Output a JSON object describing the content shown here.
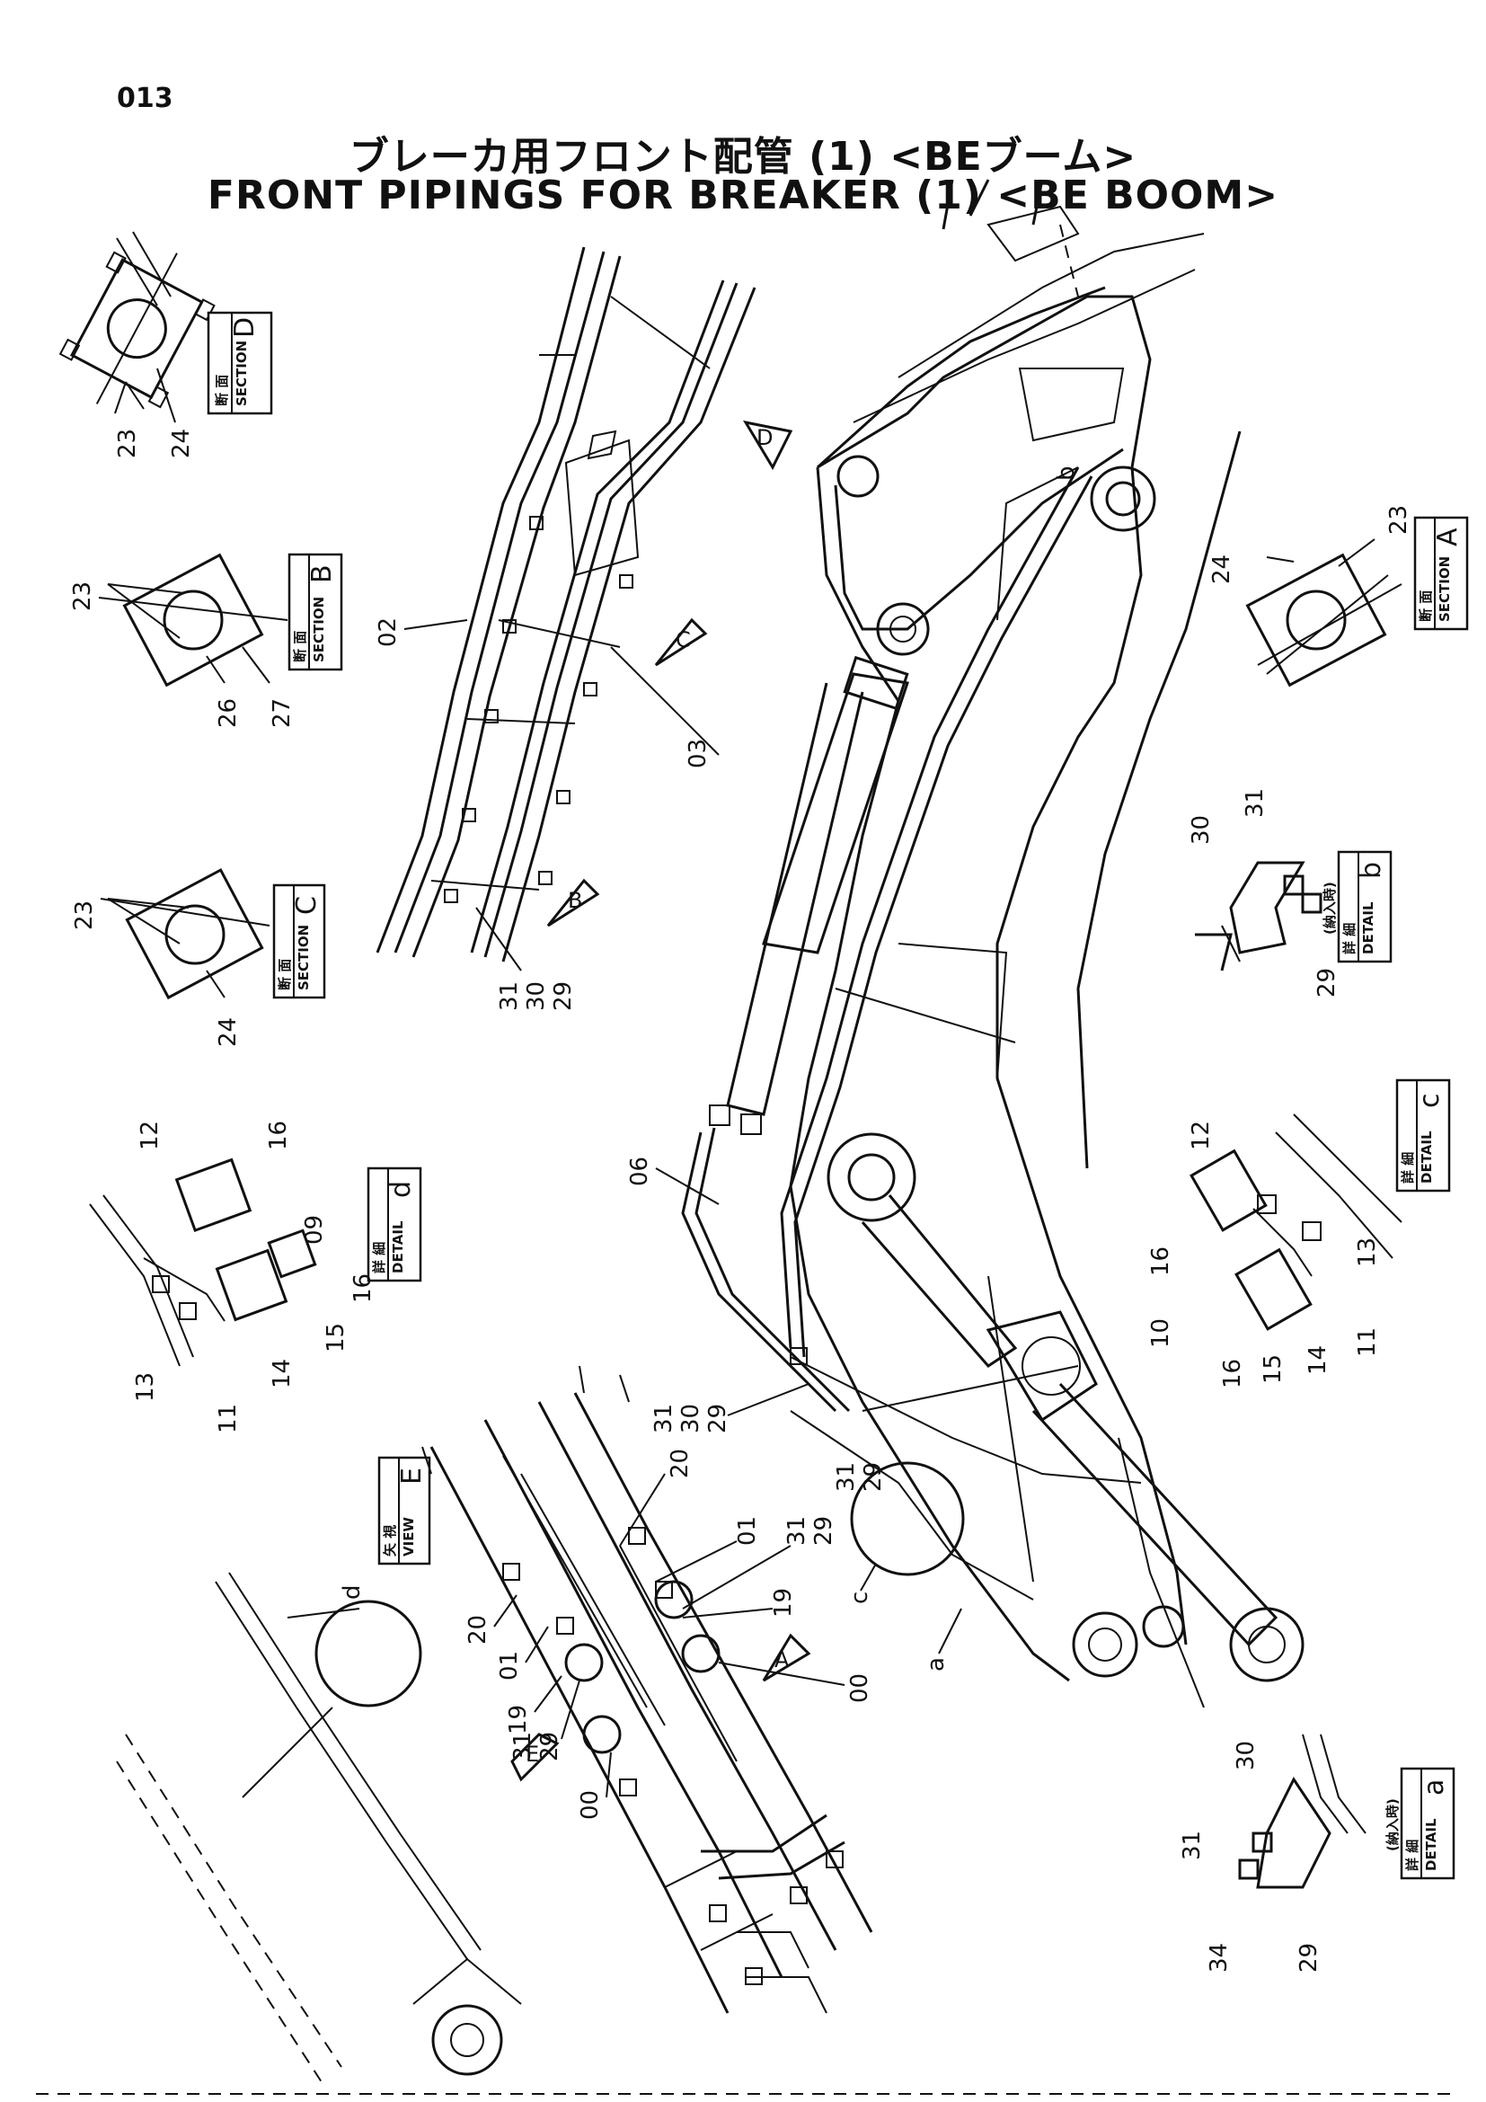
{
  "page_number": "013",
  "title_jp": "ブレーカ用フロント配管 (1) <BEブーム>",
  "title_en": "FRONT PIPINGS FOR BREAKER (1) <BE BOOM>",
  "views": {
    "section_d": {
      "jp": "断 面",
      "en": "SECTION",
      "letter": "D",
      "parts": [
        "23",
        "24"
      ]
    },
    "section_b": {
      "jp": "断 面",
      "en": "SECTION",
      "letter": "B",
      "parts": [
        "23",
        "26",
        "27"
      ]
    },
    "section_c": {
      "jp": "断 面",
      "en": "SECTION",
      "letter": "C",
      "parts": [
        "23",
        "24"
      ]
    },
    "section_a": {
      "jp": "断 面",
      "en": "SECTION",
      "letter": "A",
      "parts": [
        "24",
        "23"
      ]
    },
    "detail_b": {
      "jp": "詳 細",
      "en": "DETAIL",
      "letter": "b",
      "note": "(納入時)",
      "parts": [
        "30",
        "31",
        "29"
      ]
    },
    "detail_c": {
      "jp": "詳 細",
      "en": "DETAIL",
      "letter": "c",
      "parts": [
        "12",
        "13",
        "16",
        "10",
        "11",
        "14",
        "15",
        "16"
      ]
    },
    "detail_d": {
      "jp": "詳 細",
      "en": "DETAIL",
      "letter": "d",
      "parts": [
        "12",
        "16",
        "09",
        "16",
        "15",
        "14",
        "13",
        "11"
      ]
    },
    "view_e": {
      "jp": "矢 視",
      "en": "VIEW",
      "letter": "E"
    },
    "detail_a": {
      "jp": "詳 細",
      "en": "DETAIL",
      "letter": "a",
      "note": "(納入時)",
      "parts": [
        "30",
        "31",
        "34",
        "29"
      ]
    }
  },
  "arrows": {
    "d": "D",
    "c": "C",
    "b": "B",
    "a": "A",
    "e": "E"
  },
  "pipe_labels": {
    "p02": "02",
    "p03": "03",
    "p06": "06",
    "p31a": "31",
    "p30a": "30",
    "p29a": "29"
  },
  "boom_callouts": {
    "b": "b",
    "c": "c",
    "a": "a",
    "d": "d",
    "p31": "31",
    "p30": "30",
    "p29": "29"
  },
  "view_e_labels": {
    "l20a": "20",
    "l01a": "01",
    "l31a": "31",
    "l29a": "29",
    "l19a": "19",
    "l20b": "20",
    "l01b": "01",
    "l19b": "19",
    "l29b": "29",
    "l31b": "31",
    "l00a": "00",
    "l00b": "00"
  }
}
